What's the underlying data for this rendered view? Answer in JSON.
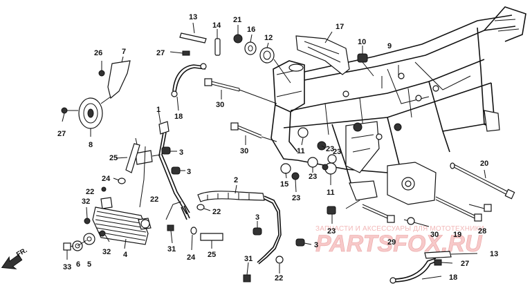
{
  "diagram": {
    "direction_label": "FR.",
    "watermark": {
      "caption": "ЗАПЧАСТИ И АКСЕССУАРЫ ДЛЯ МОТОТЕХНИКИ",
      "logo": "PARTSFOX.RU"
    },
    "callouts": [
      {
        "id": "c13a",
        "text": "13"
      },
      {
        "id": "c14",
        "text": "14"
      },
      {
        "id": "c21",
        "text": "21"
      },
      {
        "id": "c16",
        "text": "16"
      },
      {
        "id": "c12",
        "text": "12"
      },
      {
        "id": "c17",
        "text": "17"
      },
      {
        "id": "c10",
        "text": "10"
      },
      {
        "id": "c9",
        "text": "9"
      },
      {
        "id": "c26",
        "text": "26"
      },
      {
        "id": "c7",
        "text": "7"
      },
      {
        "id": "c27a",
        "text": "27"
      },
      {
        "id": "c18a",
        "text": "18"
      },
      {
        "id": "c30a",
        "text": "30"
      },
      {
        "id": "c27b",
        "text": "27"
      },
      {
        "id": "c8",
        "text": "8"
      },
      {
        "id": "c1",
        "text": "1"
      },
      {
        "id": "c3a",
        "text": "3"
      },
      {
        "id": "c3b",
        "text": "3"
      },
      {
        "id": "c25a",
        "text": "25"
      },
      {
        "id": "c24a",
        "text": "24"
      },
      {
        "id": "c22a",
        "text": "22"
      },
      {
        "id": "c32a",
        "text": "32"
      },
      {
        "id": "c5",
        "text": "5"
      },
      {
        "id": "c6",
        "text": "6"
      },
      {
        "id": "c33",
        "text": "33"
      },
      {
        "id": "c32b",
        "text": "32"
      },
      {
        "id": "c4",
        "text": "4"
      },
      {
        "id": "c22b",
        "text": "22"
      },
      {
        "id": "c31a",
        "text": "31"
      },
      {
        "id": "c24b",
        "text": "24"
      },
      {
        "id": "c25b",
        "text": "25"
      },
      {
        "id": "c2",
        "text": "2"
      },
      {
        "id": "c22c",
        "text": "22"
      },
      {
        "id": "c3c",
        "text": "3"
      },
      {
        "id": "c31b",
        "text": "31"
      },
      {
        "id": "c22d",
        "text": "22"
      },
      {
        "id": "c30b",
        "text": "30"
      },
      {
        "id": "c11a",
        "text": "11"
      },
      {
        "id": "c23a",
        "text": "23"
      },
      {
        "id": "c15",
        "text": "15"
      },
      {
        "id": "c23b",
        "text": "23"
      },
      {
        "id": "c23c",
        "text": "23"
      },
      {
        "id": "c23d",
        "text": "23"
      },
      {
        "id": "c11b",
        "text": "11"
      },
      {
        "id": "c20",
        "text": "20"
      },
      {
        "id": "c23e",
        "text": "23"
      },
      {
        "id": "c29",
        "text": "29"
      },
      {
        "id": "c30c",
        "text": "30"
      },
      {
        "id": "c19",
        "text": "19"
      },
      {
        "id": "c28",
        "text": "28"
      },
      {
        "id": "c3d",
        "text": "3"
      },
      {
        "id": "c27c",
        "text": "27"
      },
      {
        "id": "c13b",
        "text": "13"
      },
      {
        "id": "c18b",
        "text": "18"
      }
    ]
  }
}
